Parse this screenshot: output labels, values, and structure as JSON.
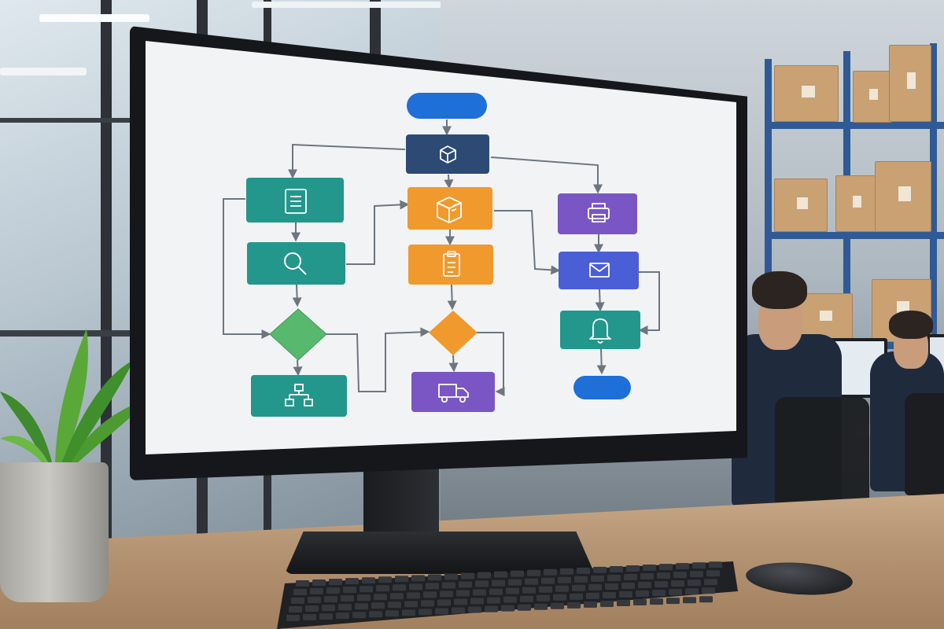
{
  "scene": {
    "description_tags": [
      "monitor-on-desk",
      "warehouse-office",
      "flowchart-screen"
    ],
    "colors": {
      "teal": "#23978c",
      "orange": "#f0992c",
      "purple": "#7a56c4",
      "indigo": "#4a5ed6",
      "navy": "#2d4a74",
      "blue": "#1e6fd8",
      "green": "#58b86e",
      "connector": "#6d7680",
      "screen": "#f2f3f4"
    }
  },
  "flowchart": {
    "nodes": [
      {
        "id": "start",
        "shape": "terminal",
        "color": "blue",
        "icon": ""
      },
      {
        "id": "package",
        "shape": "process",
        "color": "navy",
        "icon": "cube-icon"
      },
      {
        "id": "document",
        "shape": "process",
        "color": "teal",
        "icon": "document-icon"
      },
      {
        "id": "open-box",
        "shape": "process",
        "color": "orange",
        "icon": "open-box-icon"
      },
      {
        "id": "printer",
        "shape": "process",
        "color": "purple",
        "icon": "printer-icon"
      },
      {
        "id": "search",
        "shape": "process",
        "color": "teal",
        "icon": "magnifier-icon"
      },
      {
        "id": "clipboard",
        "shape": "process",
        "color": "orange",
        "icon": "clipboard-icon"
      },
      {
        "id": "mail",
        "shape": "process",
        "color": "indigo",
        "icon": "envelope-icon"
      },
      {
        "id": "decision-left",
        "shape": "decision",
        "color": "green",
        "icon": ""
      },
      {
        "id": "decision-mid",
        "shape": "decision",
        "color": "orange",
        "icon": ""
      },
      {
        "id": "notify",
        "shape": "process",
        "color": "teal",
        "icon": "bell-icon"
      },
      {
        "id": "hierarchy",
        "shape": "process",
        "color": "teal",
        "icon": "org-chart-icon"
      },
      {
        "id": "truck",
        "shape": "process",
        "color": "purple",
        "icon": "truck-icon"
      },
      {
        "id": "end",
        "shape": "terminal",
        "color": "blue",
        "icon": ""
      }
    ]
  }
}
